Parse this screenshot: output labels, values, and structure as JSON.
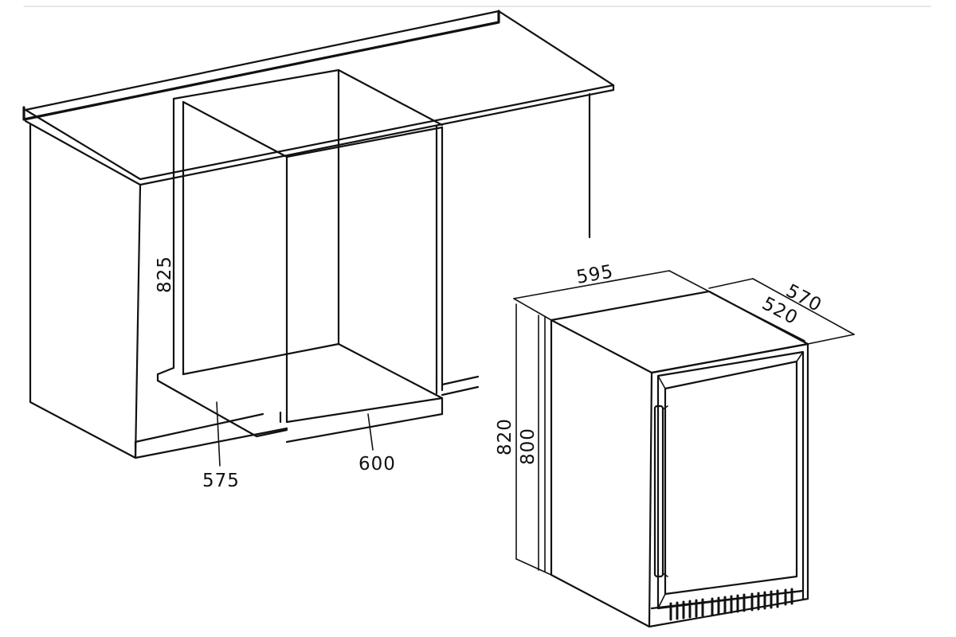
{
  "dimensions": {
    "niche_height": "825",
    "niche_depth": "575",
    "niche_width": "600",
    "appliance_width": "595",
    "appliance_depth_total": "570",
    "appliance_depth_body": "520",
    "appliance_height_total": "820",
    "appliance_height_body": "800"
  },
  "colors": {
    "line": "#111111",
    "background": "#ffffff"
  },
  "icons": {
    "handle": "door-handle-icon",
    "vent": "ventilation-grille-icon"
  }
}
